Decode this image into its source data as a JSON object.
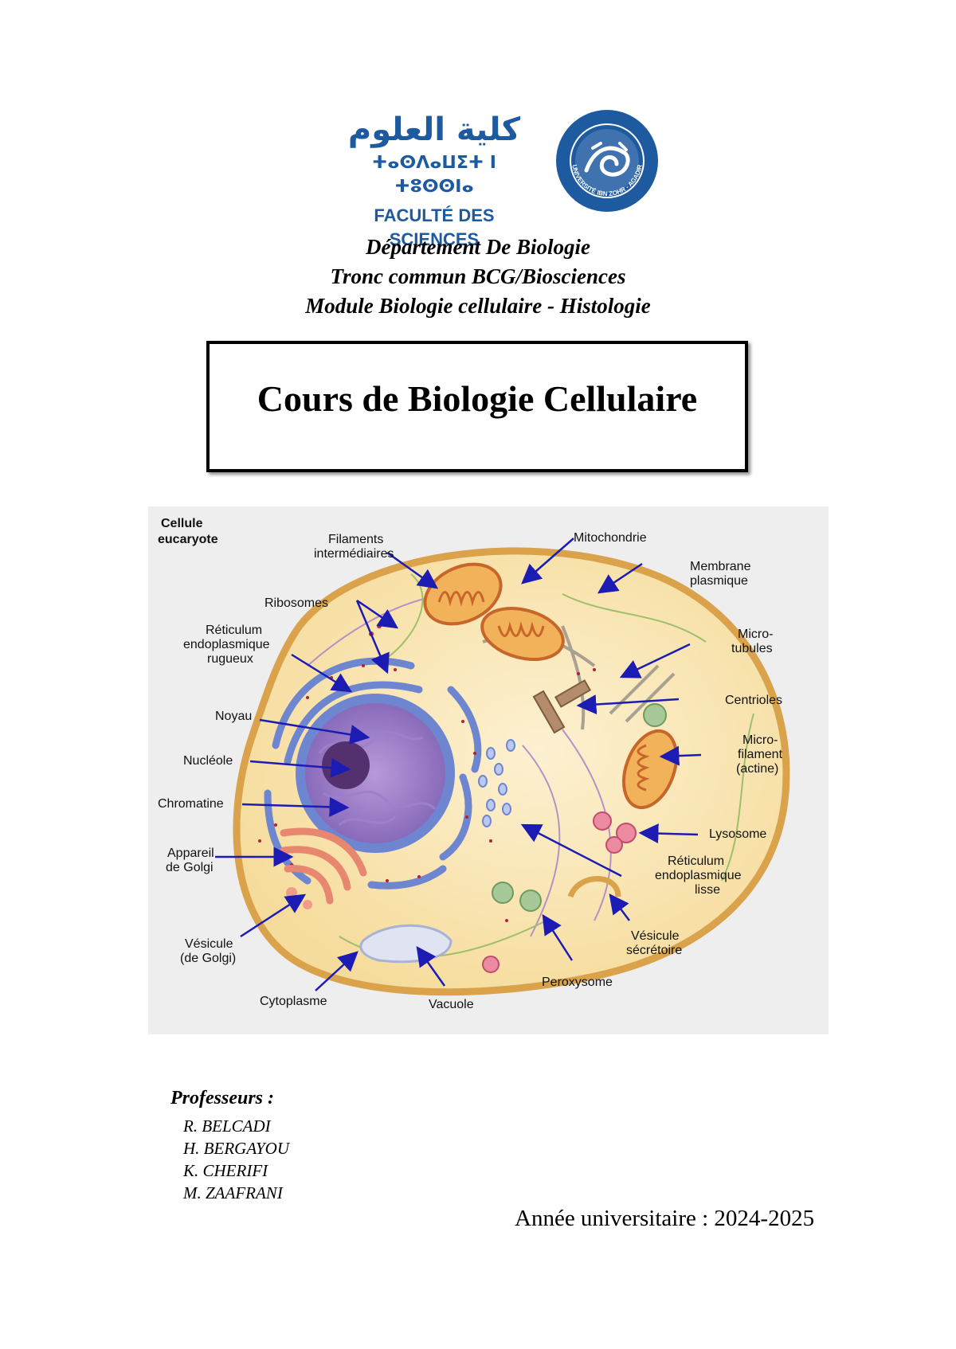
{
  "logo": {
    "arabic": "كلية العلوم",
    "tifinagh": "ⵜⴰⵙⴷⴰⵡⵉⵜ ⵏ ⵜⵓⵙⵙⵏⴰ",
    "french": "FACULTÉ DES SCIENCES",
    "seal_text": "UNIVERSITÉ IBN ZOHR - AGADIR",
    "brand_color": "#1e5aa0"
  },
  "header": {
    "line1": "Département De Biologie",
    "line2": "Tronc commun BCG/Biosciences",
    "line3": "Module Biologie cellulaire - Histologie"
  },
  "title": "Cours de Biologie Cellulaire",
  "diagram": {
    "heading": [
      "Cellule",
      "eucaryote"
    ],
    "labels": {
      "filaments": [
        "Filaments",
        "intermédiaires"
      ],
      "mitochondrie": "Mitochondrie",
      "membrane": [
        "Membrane",
        "plasmique"
      ],
      "ribosomes": "Ribosomes",
      "rer": [
        "Réticulum",
        "endoplasmique",
        "rugueux"
      ],
      "microtubules": [
        "Micro-",
        "tubules"
      ],
      "noyau": "Noyau",
      "centrioles": "Centrioles",
      "nucleole": "Nucléole",
      "microfilament": [
        "Micro-",
        "filament",
        "(actine)"
      ],
      "chromatine": "Chromatine",
      "lysosome": "Lysosome",
      "golgi": [
        "Appareil",
        "de Golgi"
      ],
      "rel": [
        "Réticulum",
        "endoplasmique",
        "lisse"
      ],
      "vesicule_golgi": [
        "Vésicule",
        "(de Golgi)"
      ],
      "vesicule_secretoire": [
        "Vésicule",
        "sécrétoire"
      ],
      "peroxysome": "Peroxysome",
      "cytoplasme": "Cytoplasme",
      "vacuole": "Vacuole"
    }
  },
  "professors": {
    "heading": "Professeurs :",
    "names": [
      "R. BELCADI",
      "H. BERGAYOU",
      "K. CHERIFI",
      "M. ZAAFRANI"
    ]
  },
  "year": "Année universitaire : 2024-2025"
}
